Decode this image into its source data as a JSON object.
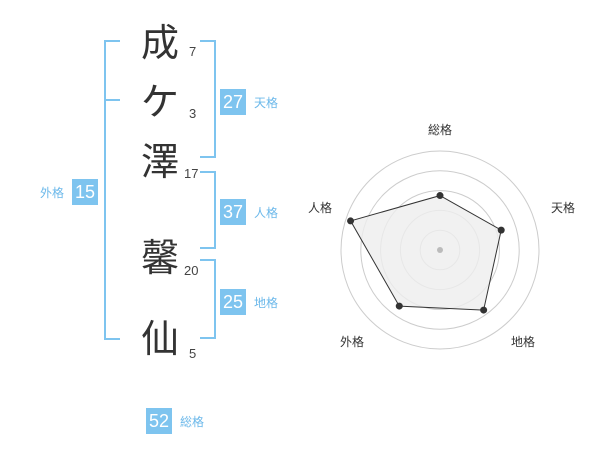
{
  "name": {
    "chars": [
      {
        "char": "成",
        "strokes": "7"
      },
      {
        "char": "ケ",
        "strokes": "3"
      },
      {
        "char": "澤",
        "strokes": "17"
      },
      {
        "char": "馨",
        "strokes": "20"
      },
      {
        "char": "仙",
        "strokes": "5"
      }
    ]
  },
  "fortune": {
    "tenkaku": {
      "value": "27",
      "label": "天格"
    },
    "jinkaku": {
      "value": "37",
      "label": "人格"
    },
    "chikaku": {
      "value": "25",
      "label": "地格"
    },
    "gaikaku": {
      "value": "15",
      "label": "外格"
    },
    "soukaku": {
      "value": "52",
      "label": "総格"
    }
  },
  "radar": {
    "axes": [
      "総格",
      "天格",
      "地格",
      "外格",
      "人格"
    ],
    "values": [
      0.55,
      0.65,
      0.75,
      0.7,
      0.95
    ],
    "colors": {
      "fill": "#eeeeee",
      "line": "#333333",
      "ring": "#cccccc",
      "center": "#bbbbbb"
    }
  },
  "chart_data": {
    "type": "radar",
    "axes": [
      "総格",
      "天格",
      "地格",
      "外格",
      "人格"
    ],
    "values": [
      0.55,
      0.65,
      0.75,
      0.7,
      0.95
    ],
    "range": [
      0,
      1
    ]
  }
}
